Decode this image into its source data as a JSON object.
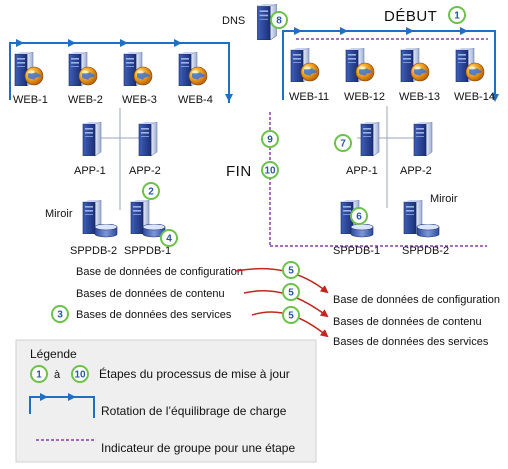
{
  "dns": "DNS",
  "start": "DÉBUT",
  "end": "FIN",
  "mirror": "Miroir",
  "left_farm": {
    "web": [
      "WEB-1",
      "WEB-2",
      "WEB-3",
      "WEB-4"
    ],
    "app": [
      "APP-1",
      "APP-2"
    ],
    "db": [
      "SPPDB-2",
      "SPPDB-1"
    ]
  },
  "right_farm": {
    "web": [
      "WEB-11",
      "WEB-12",
      "WEB-13",
      "WEB-14"
    ],
    "app": [
      "APP-1",
      "APP-2"
    ],
    "db": [
      "SPPDB-1",
      "SPPDB-2"
    ]
  },
  "steps": {
    "s1": "1",
    "s2": "2",
    "s3": "3",
    "s4": "4",
    "s5": "5",
    "s6": "6",
    "s7": "7",
    "s8": "8",
    "s9": "9",
    "s10": "10"
  },
  "databases_source": [
    "Base de données de configuration",
    "Bases de données de contenu",
    "Bases de données des services"
  ],
  "databases_target": [
    "Base de données de configuration",
    "Bases de données de contenu",
    "Bases de données des services"
  ],
  "legend": {
    "title": "Légende",
    "range_a": "1",
    "range_word": "à",
    "range_b": "10",
    "steps_text": "Étapes du processus de mise à jour",
    "rotation_text": "Rotation de l’équilibrage de charge",
    "group_text": "Indicateur de groupe pour une étape"
  },
  "colors": {
    "arrow_blue": "#1f6fc4",
    "arrow_red": "#c0281e",
    "group_purple": "#8a3fa8",
    "badge_green": "#6cc24a",
    "number_blue": "#2a56a8",
    "legend_bg": "#efefef"
  }
}
